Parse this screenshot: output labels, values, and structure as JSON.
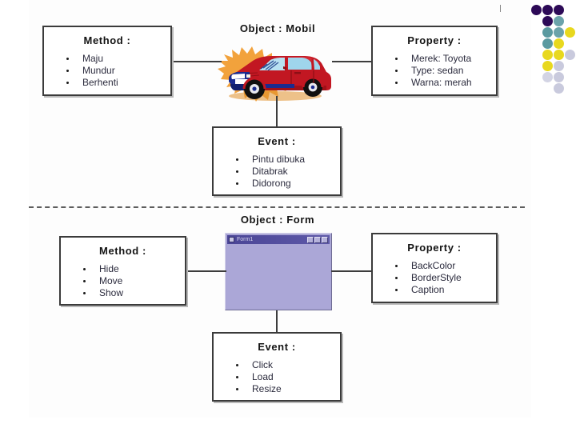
{
  "diagram": {
    "title_top": "Object : Mobil",
    "title_bottom": "Object : Form",
    "sections": [
      {
        "name": "mobil",
        "object_label": "Object : Mobil",
        "object_icon": "car-illustration",
        "method": {
          "title": "Method :",
          "items": [
            "Maju",
            "Mundur",
            "Berhenti"
          ]
        },
        "property": {
          "title": "Property :",
          "items": [
            "Merek: Toyota",
            "Type: sedan",
            "Warna: merah"
          ]
        },
        "event": {
          "title": "Event :",
          "items": [
            "Pintu dibuka",
            "Ditabrak",
            "Didorong"
          ]
        }
      },
      {
        "name": "form",
        "object_label": "Object : Form",
        "object_icon": "vb-form-window",
        "method": {
          "title": "Method :",
          "items": [
            "Hide",
            "Move",
            "Show"
          ]
        },
        "property": {
          "title": "Property :",
          "items": [
            "BackColor",
            "BorderStyle",
            "Caption"
          ]
        },
        "event": {
          "title": "Event :",
          "items": [
            "Click",
            "Load",
            "Resize"
          ]
        }
      }
    ]
  },
  "form_window": {
    "caption": "Form1",
    "buttons": [
      "minimize",
      "maximize",
      "close"
    ]
  },
  "colors": {
    "box_border": "#3b3b3b",
    "text": "#2b2b3d",
    "divider": "#5d5d5d",
    "dot_purple": "#2d0a57",
    "dot_teal": "#5b9aa0",
    "dot_yellow": "#e8d81e",
    "dot_gray": "#c9cadd",
    "form_body": "#aba7d7",
    "form_titlebar": "#4a4596",
    "car_body": "#c21722",
    "car_bumper": "#1a2b8f",
    "car_glass": "#b8e2f2",
    "car_burst": "#f2a23c"
  }
}
